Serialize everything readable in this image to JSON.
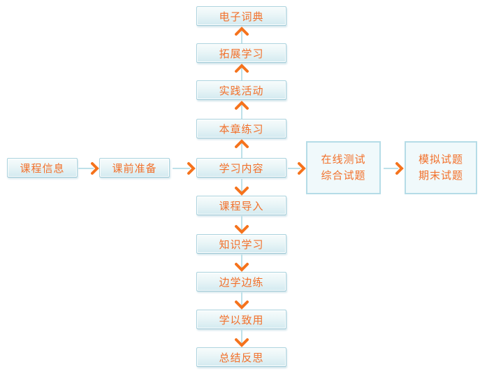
{
  "diagram": {
    "type": "flowchart",
    "nodes": {
      "course_information": "课程信息",
      "pre_class_preparation": "课前准备",
      "learning_content": "学习内容",
      "chapter_exercises": "本章练习",
      "practice_activity": "实践活动",
      "extended_learning": "拓展学习",
      "electronic_dictionary": "电子词典",
      "course_introduction": "课程导入",
      "knowledge_learning": "知识学习",
      "learn_and_practice": "边学边练",
      "apply_learning": "学以致用",
      "summary_reflection": "总结反思",
      "online_test": {
        "line1": "在线测试",
        "line2": "综合试题"
      },
      "mock_exam": {
        "line1": "模拟试题",
        "line2": "期末试题"
      }
    },
    "connections": [
      {
        "from": "课程信息",
        "to": "课前准备",
        "direction": "right"
      },
      {
        "from": "课前准备",
        "to": "学习内容",
        "direction": "right"
      },
      {
        "from": "学习内容",
        "to": "在线测试 综合试题",
        "direction": "right"
      },
      {
        "from": "在线测试 综合试题",
        "to": "模拟试题 期末试题",
        "direction": "right"
      },
      {
        "from": "学习内容",
        "to": "本章练习",
        "direction": "up"
      },
      {
        "from": "本章练习",
        "to": "实践活动",
        "direction": "up"
      },
      {
        "from": "实践活动",
        "to": "拓展学习",
        "direction": "up"
      },
      {
        "from": "拓展学习",
        "to": "电子词典",
        "direction": "up"
      },
      {
        "from": "学习内容",
        "to": "课程导入",
        "direction": "down"
      },
      {
        "from": "课程导入",
        "to": "知识学习",
        "direction": "down"
      },
      {
        "from": "知识学习",
        "to": "边学边练",
        "direction": "down"
      },
      {
        "from": "边学边练",
        "to": "学以致用",
        "direction": "down"
      },
      {
        "from": "学以致用",
        "to": "总结反思",
        "direction": "down"
      }
    ],
    "colors": {
      "background": "#ffffff",
      "label_orange": "#f2702a",
      "arrowhead_orange": "#f5731d",
      "stem_blue": "#bee1e9",
      "node_border": "#a9d2dd",
      "node_gradient_top": "#f7fcfc",
      "node_gradient_bottom": "#d3eaf0",
      "panel_border": "#b5dce7",
      "panel_background": "#f0f9fb"
    }
  }
}
